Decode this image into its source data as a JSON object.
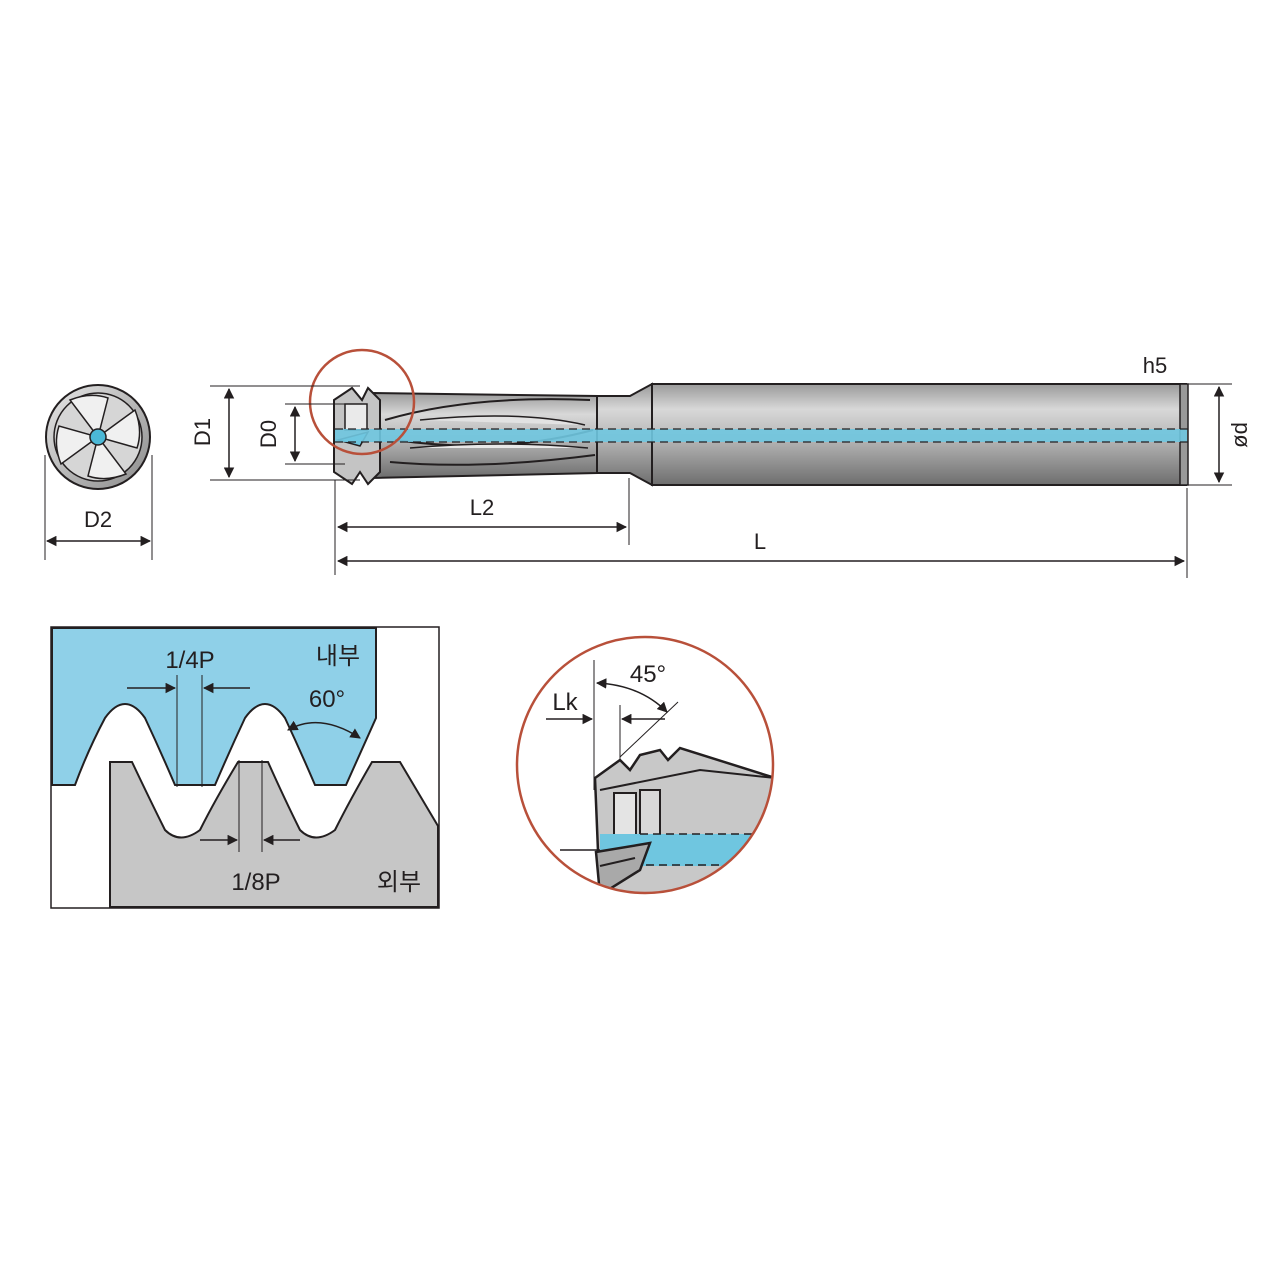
{
  "labels": {
    "d2": "D2",
    "d1": "D1",
    "d0": "D0",
    "l2": "L2",
    "l": "L",
    "h5": "h5",
    "phi_d": "ød",
    "quarter_pitch": "1/4P",
    "eighth_pitch": "1/8P",
    "angle_60": "60°",
    "internal": "내부",
    "external": "외부",
    "lk": "Lk",
    "angle_45": "45°"
  },
  "colors": {
    "coolant": "#6fc6e0",
    "thread_internal": "#8fd0e8",
    "thread_external": "#c6c6c6",
    "detail_circle": "#b8503a",
    "line": "#231f20"
  }
}
